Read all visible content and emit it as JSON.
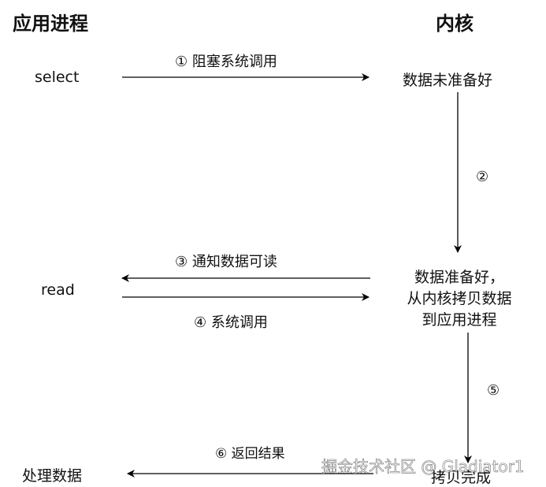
{
  "headers": {
    "left": "应用进程",
    "right": "内核"
  },
  "left_labels": {
    "select": "select",
    "read": "read",
    "process": "处理数据"
  },
  "right_labels": {
    "not_ready": "数据未准备好",
    "ready_copy": [
      "数据准备好，",
      "从内核拷贝数据",
      "到应用进程"
    ],
    "copy_done": "拷贝完成"
  },
  "steps": {
    "s1": "① 阻塞系统调用",
    "s2": "②",
    "s3": "③ 通知数据可读",
    "s4": "④ 系统调用",
    "s5": "⑤",
    "s6": "⑥ 返回结果"
  },
  "watermark": "掘金技术社区 @ Gladiator1"
}
